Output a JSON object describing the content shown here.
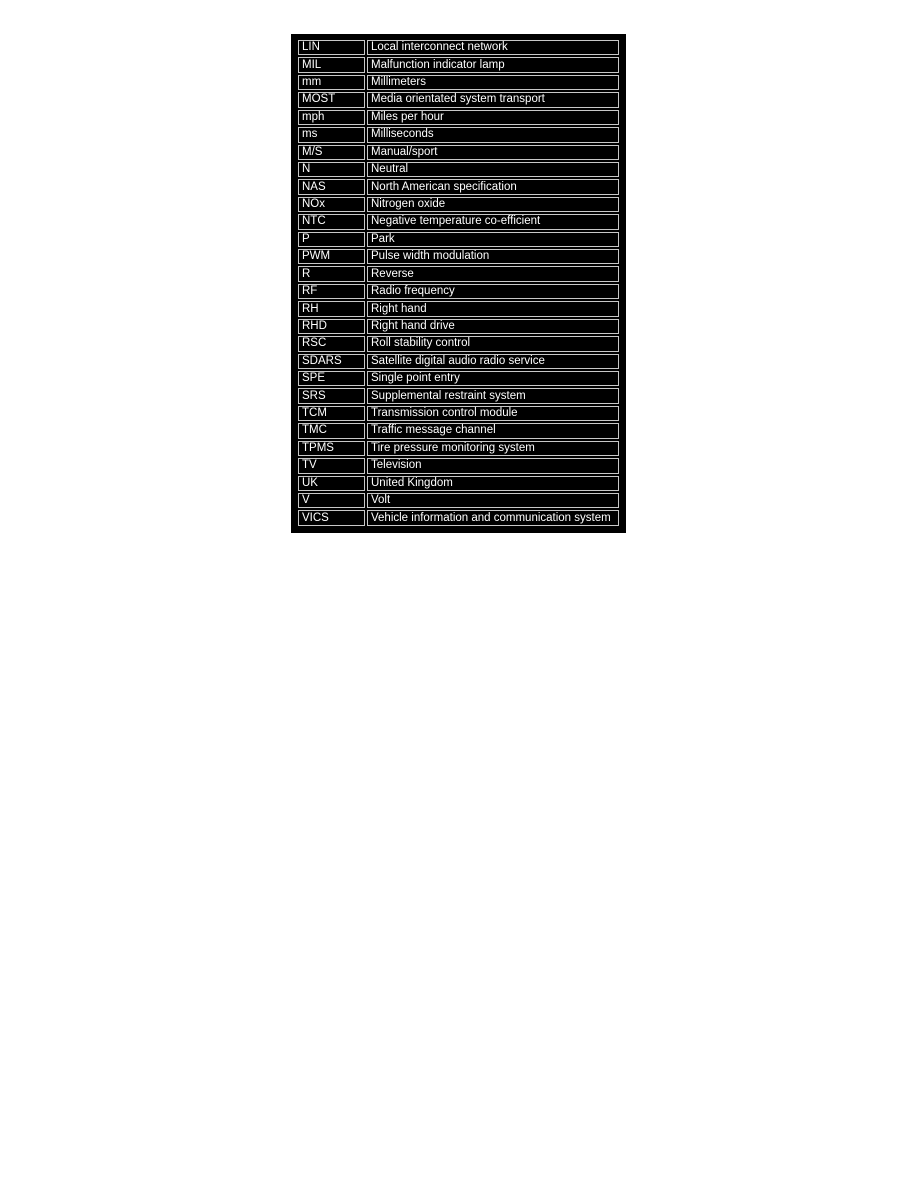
{
  "abbreviations": [
    {
      "code": "LIN",
      "meaning": "Local interconnect network"
    },
    {
      "code": "MIL",
      "meaning": "Malfunction indicator lamp"
    },
    {
      "code": "mm",
      "meaning": "Millimeters"
    },
    {
      "code": "MOST",
      "meaning": "Media orientated system transport"
    },
    {
      "code": "mph",
      "meaning": "Miles per hour"
    },
    {
      "code": "ms",
      "meaning": "Milliseconds"
    },
    {
      "code": "M/S",
      "meaning": "Manual/sport"
    },
    {
      "code": "N",
      "meaning": "Neutral"
    },
    {
      "code": "NAS",
      "meaning": "North American specification"
    },
    {
      "code": "NOx",
      "meaning": "Nitrogen oxide"
    },
    {
      "code": "NTC",
      "meaning": "Negative temperature co-efficient"
    },
    {
      "code": "P",
      "meaning": "Park"
    },
    {
      "code": "PWM",
      "meaning": "Pulse width modulation"
    },
    {
      "code": "R",
      "meaning": "Reverse"
    },
    {
      "code": "RF",
      "meaning": "Radio frequency"
    },
    {
      "code": "RH",
      "meaning": "Right hand"
    },
    {
      "code": "RHD",
      "meaning": "Right hand drive"
    },
    {
      "code": "RSC",
      "meaning": "Roll stability control"
    },
    {
      "code": "SDARS",
      "meaning": "Satellite digital audio radio service"
    },
    {
      "code": "SPE",
      "meaning": "Single point entry"
    },
    {
      "code": "SRS",
      "meaning": "Supplemental restraint system"
    },
    {
      "code": "TCM",
      "meaning": "Transmission control module"
    },
    {
      "code": "TMC",
      "meaning": "Traffic message channel"
    },
    {
      "code": "TPMS",
      "meaning": "Tire pressure monitoring system"
    },
    {
      "code": "TV",
      "meaning": "Television"
    },
    {
      "code": "UK",
      "meaning": "United Kingdom"
    },
    {
      "code": "V",
      "meaning": "Volt"
    },
    {
      "code": "VICS",
      "meaning": "Vehicle information and communication system"
    }
  ]
}
